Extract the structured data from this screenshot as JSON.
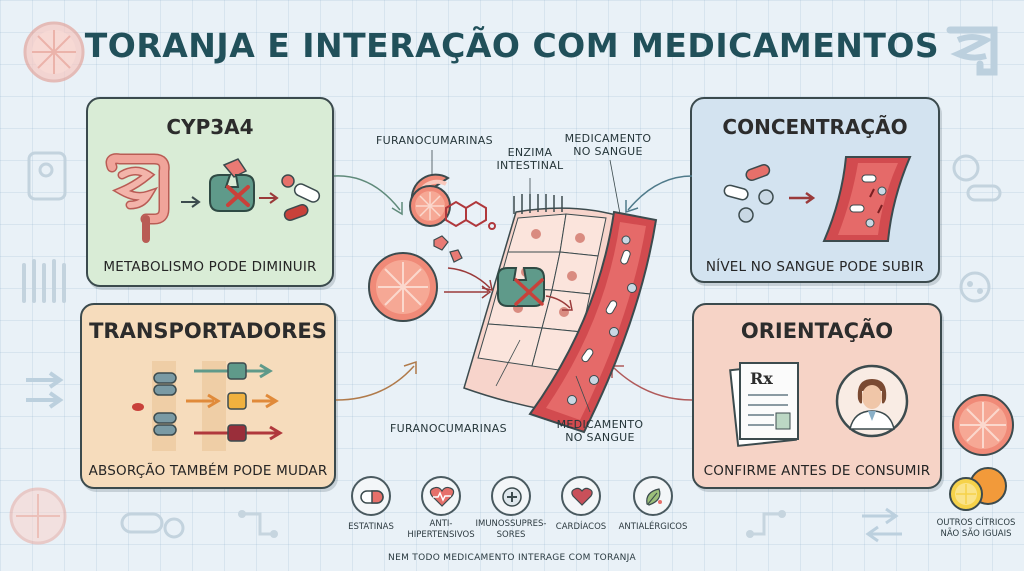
{
  "title": "TORANJA E INTERAÇÃO COM MEDICAMENTOS",
  "colors": {
    "cyp_panel": "#d9ecd6",
    "concentracao_panel": "#d3e3f0",
    "transportadores_panel": "#f6dcbc",
    "orientacao_panel": "#f6d3c6",
    "grapefruit": "#f08a78",
    "vessel": "#d24b4f",
    "enzyme": "#5f9a8a"
  },
  "panels": {
    "cyp": {
      "title": "CYP3A4",
      "caption": "METABOLISMO PODE DIMINUIR"
    },
    "concentracao": {
      "title": "CONCENTRAÇÃO",
      "caption": "NÍVEL NO SANGUE PODE SUBIR"
    },
    "transportadores": {
      "title": "TRANSPORTADORES",
      "caption": "ABSORÇÃO TAMBÉM PODE MUDAR"
    },
    "orientacao": {
      "title": "ORIENTAÇÃO",
      "caption": "CONFIRME ANTES DE CONSUMIR",
      "rx_symbol": "Rx"
    }
  },
  "center_labels": {
    "furanocumarinas_top": "FURANOCUMARINAS",
    "enzima": "ENZIMA\nINTESTINAL",
    "medicamento_top": "MEDICAMENTO\nNO SANGUE",
    "furanocumarinas_bottom": "FURANOCUMARINAS",
    "medicamento_bottom": "MEDICAMENTO\nNO SANGUE"
  },
  "categories": [
    {
      "label": "ESTATINAS",
      "icon": "capsule-icon"
    },
    {
      "label": "ANTI-\nHIPERTENSIVOS",
      "icon": "heartbeat-icon"
    },
    {
      "label": "IMUNOSSUPRES-\nSORES",
      "icon": "shield-cross-icon"
    },
    {
      "label": "CARDÍACOS",
      "icon": "heart-icon"
    },
    {
      "label": "ANTIALÉRGICOS",
      "icon": "leaf-icon"
    }
  ],
  "side_note": "OUTROS CÍTRICOS\nNÃO SÃO IGUAIS",
  "footer": "NEM TODO MEDICAMENTO INTERAGE COM TORANJA"
}
